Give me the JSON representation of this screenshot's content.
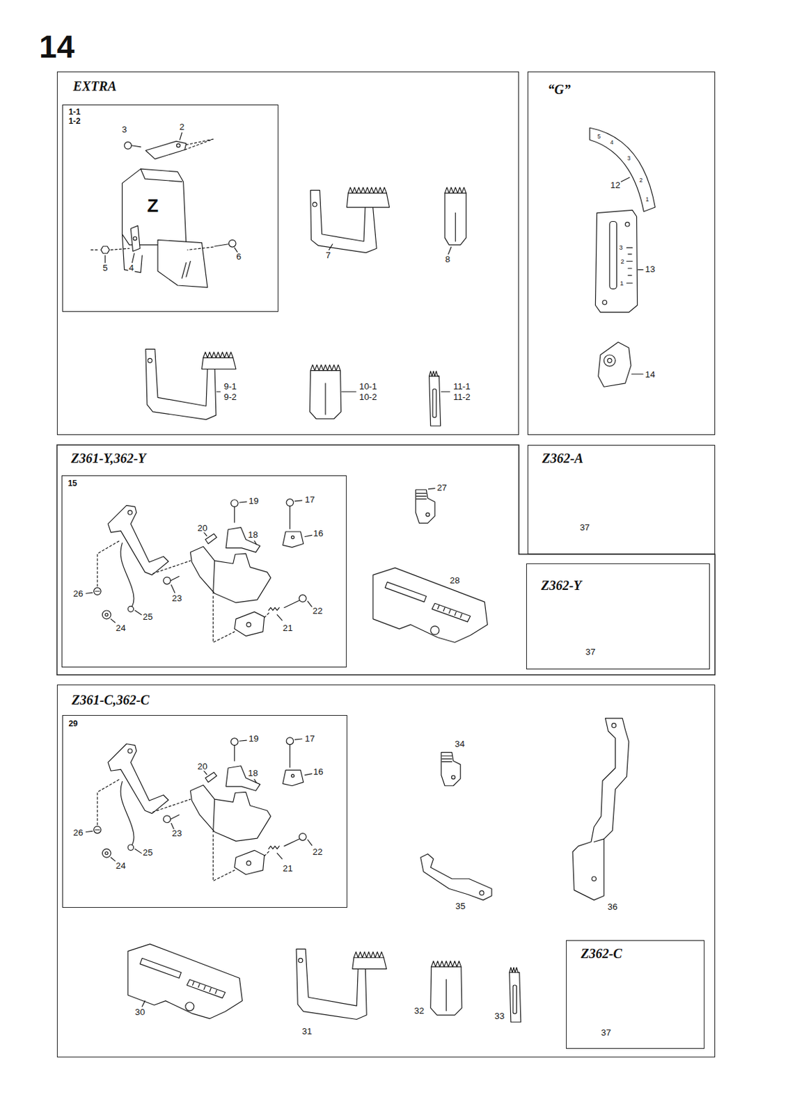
{
  "diagram": {
    "title": "14",
    "nodes": [
      {
        "text": [
          "EXTRA"
        ]
      },
      {
        "text": [
          "1-1",
          "1-2"
        ],
        "in": 0
      },
      {
        "text": [
          "“G”"
        ]
      },
      {
        "text": [
          "Z361-Y,362-Y"
        ]
      },
      {
        "text": [
          "15"
        ],
        "in": 3
      },
      {
        "text": [
          "Z362-A"
        ]
      },
      {
        "text": [
          "Z362-Y"
        ],
        "in": 3
      },
      {
        "text": [
          "Z361-C,362-C"
        ]
      },
      {
        "text": [
          "29"
        ],
        "in": 7
      },
      {
        "text": [
          "Z362-C"
        ],
        "in": 7
      }
    ],
    "labels": [
      "3",
      "2",
      "Z",
      "5",
      "4",
      "6",
      "7",
      "8",
      "9-1",
      "9-2",
      "10-1",
      "10-2",
      "11-1",
      "11-2",
      "5",
      "4",
      "3",
      "2",
      "1",
      "12",
      "3",
      "2",
      "1",
      "13",
      "14",
      "19",
      "17",
      "20",
      "18",
      "16",
      "26",
      "23",
      "25",
      "22",
      "24",
      "21",
      "27",
      "28",
      "37",
      "37",
      "19",
      "17",
      "20",
      "18",
      "16",
      "26",
      "23",
      "25",
      "22",
      "24",
      "21",
      "34",
      "35",
      "36",
      "30",
      "31",
      "32",
      "33",
      "37"
    ]
  }
}
